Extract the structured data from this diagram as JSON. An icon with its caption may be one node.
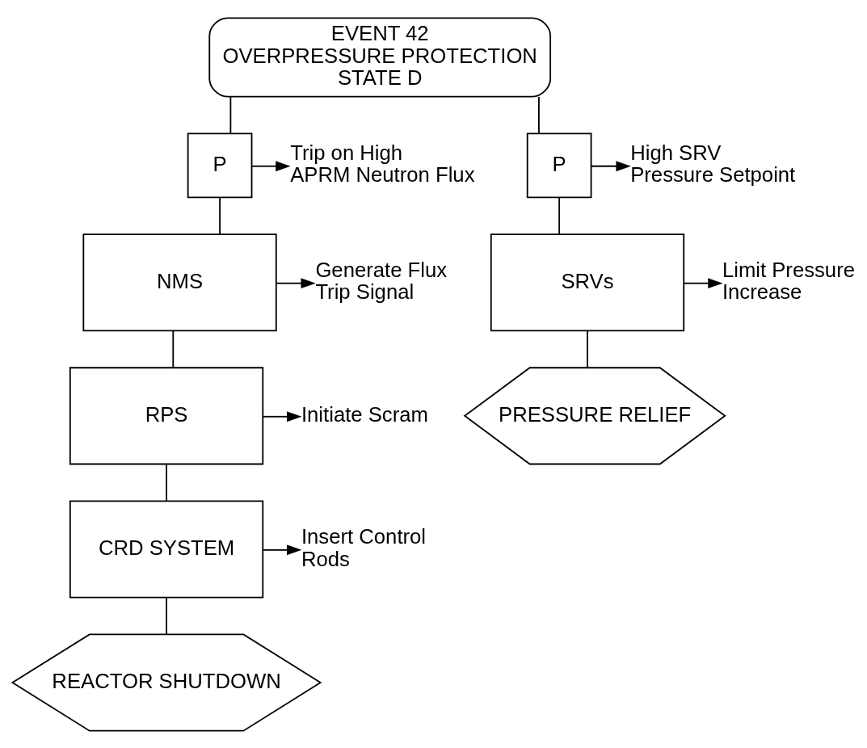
{
  "diagram": {
    "nodes": [
      {
        "text": [
          "EVENT 42",
          "OVERPRESSURE PROTECTION",
          "STATE D"
        ]
      },
      {
        "text": [
          "P"
        ]
      },
      {
        "text": [
          "Trip on High APRM Neutron Flux"
        ]
      },
      {
        "text": [
          "NMS"
        ]
      },
      {
        "text": [
          "Generate Flux Trip Signal"
        ]
      },
      {
        "text": [
          "RPS"
        ]
      },
      {
        "text": [
          "Initiate Scram"
        ]
      },
      {
        "text": [
          "CRD SYSTEM"
        ]
      },
      {
        "text": [
          "Insert Control Rods"
        ]
      },
      {
        "text": [
          "REACTOR SHUTDOWN"
        ]
      },
      {
        "text": [
          "P"
        ]
      },
      {
        "text": [
          "High SRV Pressure Setpoint"
        ]
      },
      {
        "text": [
          "SRVs"
        ]
      },
      {
        "text": [
          "Limit Pressure Increase"
        ]
      },
      {
        "text": [
          "PRESSURE RELIEF"
        ]
      }
    ],
    "edges": [
      {
        "from": 0,
        "to": 1,
        "arrow": "none"
      },
      {
        "from": 0,
        "to": 10,
        "arrow": "none"
      },
      {
        "from": 1,
        "to": 2,
        "arrow": "to"
      },
      {
        "from": 1,
        "to": 3,
        "arrow": "none"
      },
      {
        "from": 3,
        "to": 4,
        "arrow": "to"
      },
      {
        "from": 3,
        "to": 5,
        "arrow": "none"
      },
      {
        "from": 5,
        "to": 6,
        "arrow": "to"
      },
      {
        "from": 5,
        "to": 7,
        "arrow": "none"
      },
      {
        "from": 7,
        "to": 8,
        "arrow": "to"
      },
      {
        "from": 7,
        "to": 9,
        "arrow": "none"
      },
      {
        "from": 10,
        "to": 11,
        "arrow": "to"
      },
      {
        "from": 10,
        "to": 12,
        "arrow": "none"
      },
      {
        "from": 12,
        "to": 13,
        "arrow": "to"
      },
      {
        "from": 12,
        "to": 14,
        "arrow": "none"
      }
    ]
  }
}
